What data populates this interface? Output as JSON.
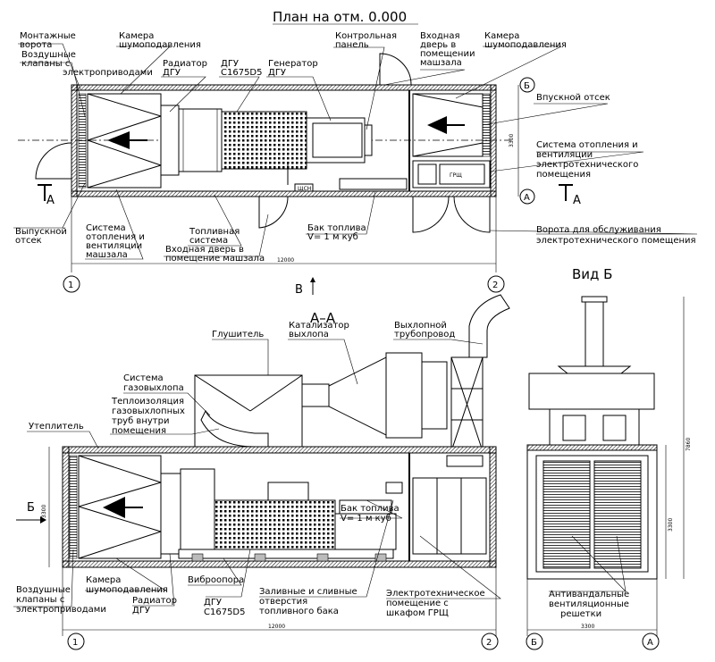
{
  "plan": {
    "title": "План на отм. 0.000",
    "labels": {
      "montazhnye_vorota_1": "Монтажные",
      "montazhnye_vorota_2": "ворота",
      "vozd_klapany_1": "Воздушные",
      "vozd_klapany_2": "клапаны с",
      "vozd_klapany_3": "электроприводами",
      "kamera_1": "Камера",
      "kamera_2": "шумоподавления",
      "radiator_1": "Радиатор",
      "radiator_2": "ДГУ",
      "dgu_1": "ДГУ",
      "dgu_2": "C1675D5",
      "generator_1": "Генератор",
      "generator_2": "ДГУ",
      "kontr_panel_1": "Контрольная",
      "kontr_panel_2": "панель",
      "vkh_dver_1": "Входная",
      "vkh_dver_2": "дверь в",
      "vkh_dver_3": "помещении",
      "vkh_dver_4": "машзала",
      "kamera_r_1": "Камера",
      "kamera_r_2": "шумоподавления",
      "vpusk_otsek": "Впускной отсек",
      "sist_otopl_r_1": "Система отопления и",
      "sist_otopl_r_2": "вентиляции",
      "sist_otopl_r_3": "электротехнического",
      "sist_otopl_r_4": "помещения",
      "vypusk_1": "Выпускной",
      "vypusk_2": "отсек",
      "sist_otopl_l_1": "Система",
      "sist_otopl_l_2": "отопления и",
      "sist_otopl_l_3": "вентиляции",
      "sist_otopl_l_4": "машзала",
      "topl_sist_1": "Топливная",
      "topl_sist_2": "система",
      "vkh_dver_b_1": "Входная дверь в",
      "vkh_dver_b_2": "помещение машзала",
      "bak_1": "Бак топлива",
      "bak_2": "V= 1 м куб",
      "vorota_obsl_1": "Ворота для обслуживания",
      "vorota_obsl_2": "электротехнического помещения",
      "tshn": "ЩСН",
      "grshch": "ГРЩ"
    },
    "dim_width": "12000",
    "dim_height": "3300",
    "axis_1": "1",
    "axis_2": "2",
    "axis_a": "А",
    "axis_b": "Б",
    "section_mark": "А",
    "view_b_mark": "В"
  },
  "section_aa": {
    "title": "А–А",
    "labels": {
      "glushitel": "Глушитель",
      "katal_1": "Катализатор",
      "katal_2": "выхлопа",
      "vykhl_1": "Выхлопной",
      "vykhl_2": "трубопровод",
      "sist_gaz_1": "Система",
      "sist_gaz_2": "газовыхлопа",
      "teplo_1": "Теплоизоляция",
      "teplo_2": "газовыхлопных",
      "teplo_3": "труб внутри",
      "teplo_4": "помещения",
      "uteplitel": "Утеплитель",
      "b_arrow": "Б",
      "bak_1": "Бак топлива",
      "bak_2": "V= 1 м куб",
      "vozd_1": "Воздушные",
      "vozd_2": "клапаны с",
      "vozd_3": "электроприводами",
      "kamera_1": "Камера",
      "kamera_2": "шумоподавления",
      "radiator_1": "Радиатор",
      "radiator_2": "ДГУ",
      "vibro": "Виброопора",
      "dgu_1": "ДГУ",
      "dgu_2": "C1675D5",
      "zaliv_1": "Заливные и сливные",
      "zaliv_2": "отверстия",
      "zaliv_3": "топливного бака",
      "elektr_1": "Электротехническое",
      "elektr_2": "помещение с",
      "elektr_3": "шкафом ГРЩ"
    },
    "dim_width": "12000",
    "dim_height": "3300",
    "axis_1": "1",
    "axis_2": "2"
  },
  "view_b": {
    "title": "Вид Б",
    "labels": {
      "antivand_1": "Антивандальные",
      "antivand_2": "вентиляционные",
      "antivand_3": "решетки"
    },
    "dim_width": "3300",
    "dim_height": "3300",
    "dim_total": "7860",
    "axis_b": "Б",
    "axis_a": "А"
  }
}
